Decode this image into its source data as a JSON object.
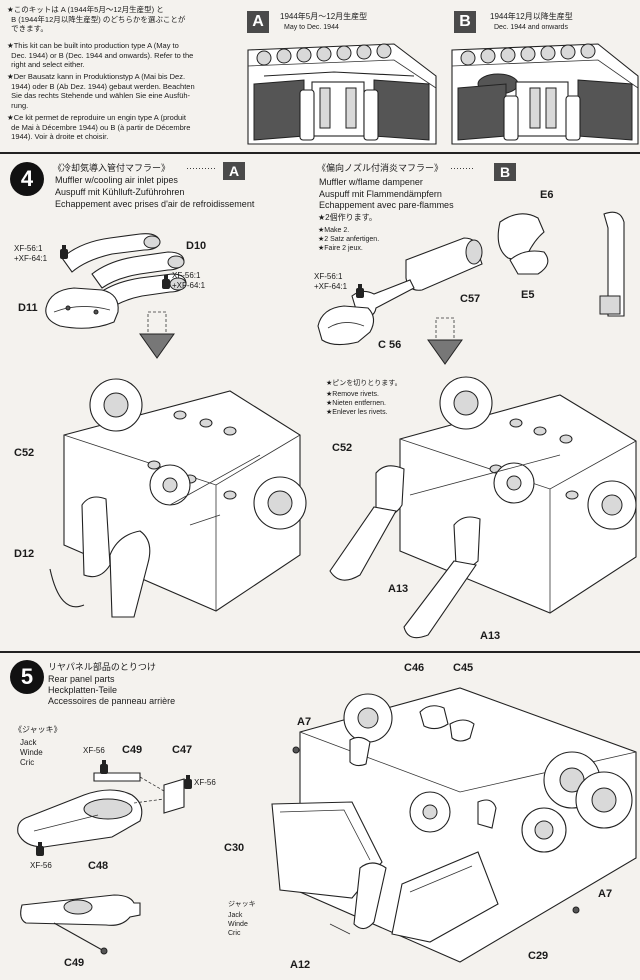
{
  "intro": {
    "jp": "★このキットは A (1944年5月〜12月生産型) と\n  B (1944年12月以降生産型) のどちらかを選ぶことが\n  できます。",
    "en": "★This kit can be built into production type A (May to\n  Dec. 1944) or B (Dec. 1944 and onwards). Refer to the\n  right and select either.",
    "de": "★Der Bausatz kann in Produktionstyp A (Mai bis Dez.\n  1944) oder B (Ab Dez. 1944) gebaut werden. Beachten\n  Sie das rechts Stehende und wählen Sie eine Ausfüh-\n  rung.",
    "fr": "★Ce kit permet de reproduire un engin type A (produit\n  de Mai à Décembre 1944) ou B (à partir de Décembre\n  1944). Voir à droite et choisir."
  },
  "type_a": {
    "letter": "A",
    "jp": "1944年5月〜12月生産型",
    "en": "May to Dec. 1944"
  },
  "type_b": {
    "letter": "B",
    "jp": "1944年12月以降生産型",
    "en": "Dec. 1944 and onwards"
  },
  "step4": {
    "number": "4",
    "a_title_jp": "《冷却気導入管付マフラー》",
    "a_dots": "··········",
    "a_letter": "A",
    "a_en": "Muffler w/cooling air inlet pipes",
    "a_de": "Auspuff mit Kühlluft-Zuführohren",
    "a_fr": "Echappement avec prises d'air de refroidissement",
    "b_title_jp": "《偏向ノズル付消炎マフラー》",
    "b_dots": "········",
    "b_letter": "B",
    "b_en": "Muffler w/flame dampener",
    "b_de": "Auspuff mit Flammendämpfern",
    "b_fr": "Echappement avec pare-flammes",
    "make2": "★2個作ります。",
    "make2_en": "★Make 2.",
    "make2_de": "★2 Satz anfertigen.",
    "make2_fr": "★Faire 2 jeux.",
    "xf_a1": "XF-56:1\n+XF-64:1",
    "xf_a2": "XF-56:1\n+XF-64:1",
    "xf_b": "XF-56:1\n+XF-64:1",
    "rivet_jp": "★ピンを切りとります。",
    "rivet_en": "★Remove rivets.",
    "rivet_de": "★Nieten entfernen.",
    "rivet_fr": "★Enlever les rivets.",
    "parts": {
      "d10": "D10",
      "d11": "D11",
      "c52a": "C52",
      "d12": "D12",
      "e6": "E6",
      "e5": "E5",
      "c57": "C57",
      "c56": "C 56",
      "c52b": "C52",
      "a13a": "A13",
      "a13b": "A13"
    }
  },
  "step5": {
    "number": "5",
    "jp": "リヤパネル部品のとりつけ",
    "en": "Rear panel parts",
    "de": "Heckplatten-Teile",
    "fr": "Accessoires de panneau arrière",
    "jack_jp": "《ジャッキ》",
    "jack_en": "Jack",
    "jack_de": "Winde",
    "jack_fr": "Cric",
    "jack2_jp": "ジャッキ",
    "jack2_en": "Jack",
    "jack2_de": "Winde",
    "jack2_fr": "Cric",
    "xf56a": "XF-56",
    "xf56b": "XF-56",
    "xf56c": "XF-56",
    "parts": {
      "c49a": "C49",
      "c47": "C47",
      "c48": "C48",
      "c49b": "C49",
      "c46": "C46",
      "c45": "C45",
      "a7a": "A7",
      "a7b": "A7",
      "c30": "C30",
      "c29": "C29",
      "a12": "A12"
    }
  }
}
